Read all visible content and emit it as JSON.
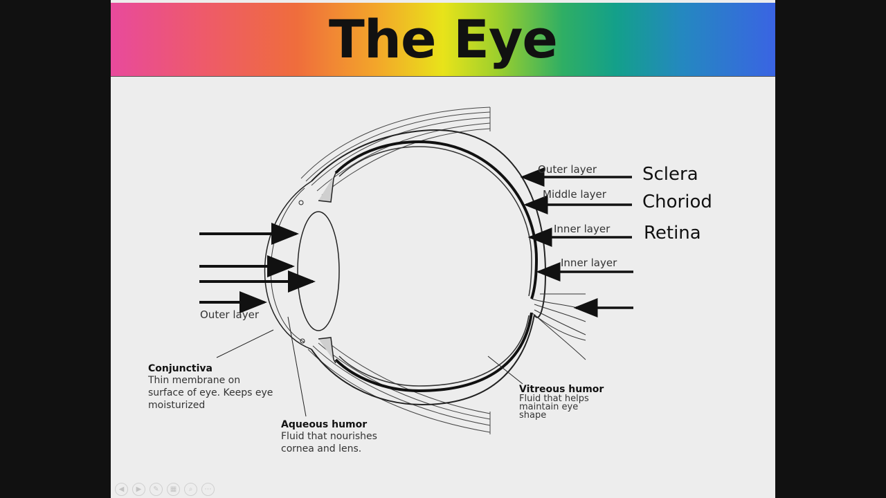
{
  "slide": {
    "title": "The Eye"
  },
  "labels": {
    "outer_layer_right": "Outer layer",
    "middle_layer": "Middle layer",
    "inner_layer_1": "Inner layer",
    "inner_layer_2": "Inner layer",
    "outer_layer_left": "Outer layer",
    "sclera": "Sclera",
    "choriod": "Choriod",
    "retina": "Retina"
  },
  "callouts": {
    "conjunctiva": {
      "title": "Conjunctiva",
      "text": "Thin membrane on surface of eye.  Keeps eye moisturized"
    },
    "aqueous": {
      "title": "Aqueous humor",
      "text": "Fluid that nourishes cornea and lens."
    },
    "vitreous": {
      "title": "Vitreous humor",
      "text": "Fluid that helps maintain eye shape"
    }
  },
  "controls": [
    {
      "icon": "previous-icon",
      "glyph": "◀"
    },
    {
      "icon": "next-icon",
      "glyph": "▶"
    },
    {
      "icon": "pen-icon",
      "glyph": "✎"
    },
    {
      "icon": "slides-icon",
      "glyph": "▦"
    },
    {
      "icon": "zoom-icon",
      "glyph": "⌕"
    },
    {
      "icon": "more-icon",
      "glyph": "⋯"
    }
  ]
}
